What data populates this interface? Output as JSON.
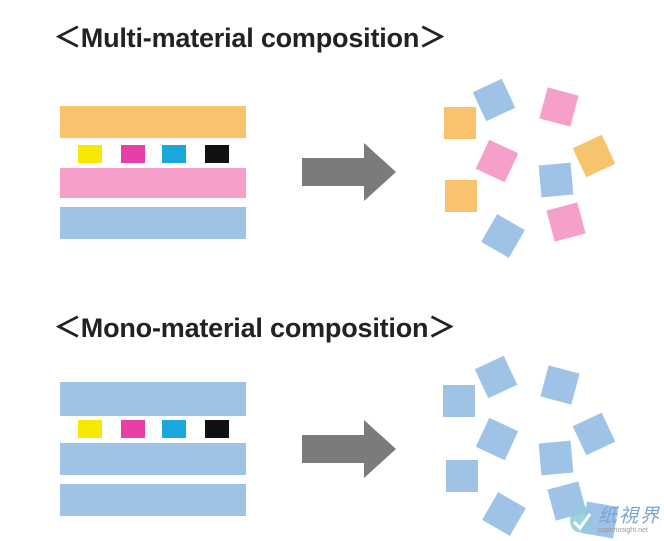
{
  "sections": [
    {
      "title": "＜Multi-material composition＞",
      "layers": [
        "#f7c36d",
        "inks",
        "#f59fca",
        "#9ec3e6"
      ],
      "squares": [
        "#f7c36d",
        "#9ec3e6",
        "#f59fca",
        "#f59fca",
        "#f7c36d",
        "#9ec3e6",
        "#f7c36d",
        "#f59fca",
        "#9ec3e6"
      ]
    },
    {
      "title": "＜Mono-material composition＞",
      "layers": [
        "#9ec3e6",
        "inks",
        "#9ec3e6",
        "#9ec3e6"
      ],
      "squares": [
        "#9ec3e6",
        "#9ec3e6",
        "#9ec3e6",
        "#9ec3e6",
        "#9ec3e6",
        "#9ec3e6",
        "#9ec3e6",
        "#9ec3e6",
        "#9ec3e6",
        "#9ec3e6"
      ]
    }
  ],
  "inks": [
    "#f7e800",
    "#e83ea8",
    "#1aa7dd",
    "#111111"
  ],
  "arrow_color": "#7b7b7b",
  "watermark": {
    "brand": "纸視界",
    "site": "paperinsight.net"
  }
}
